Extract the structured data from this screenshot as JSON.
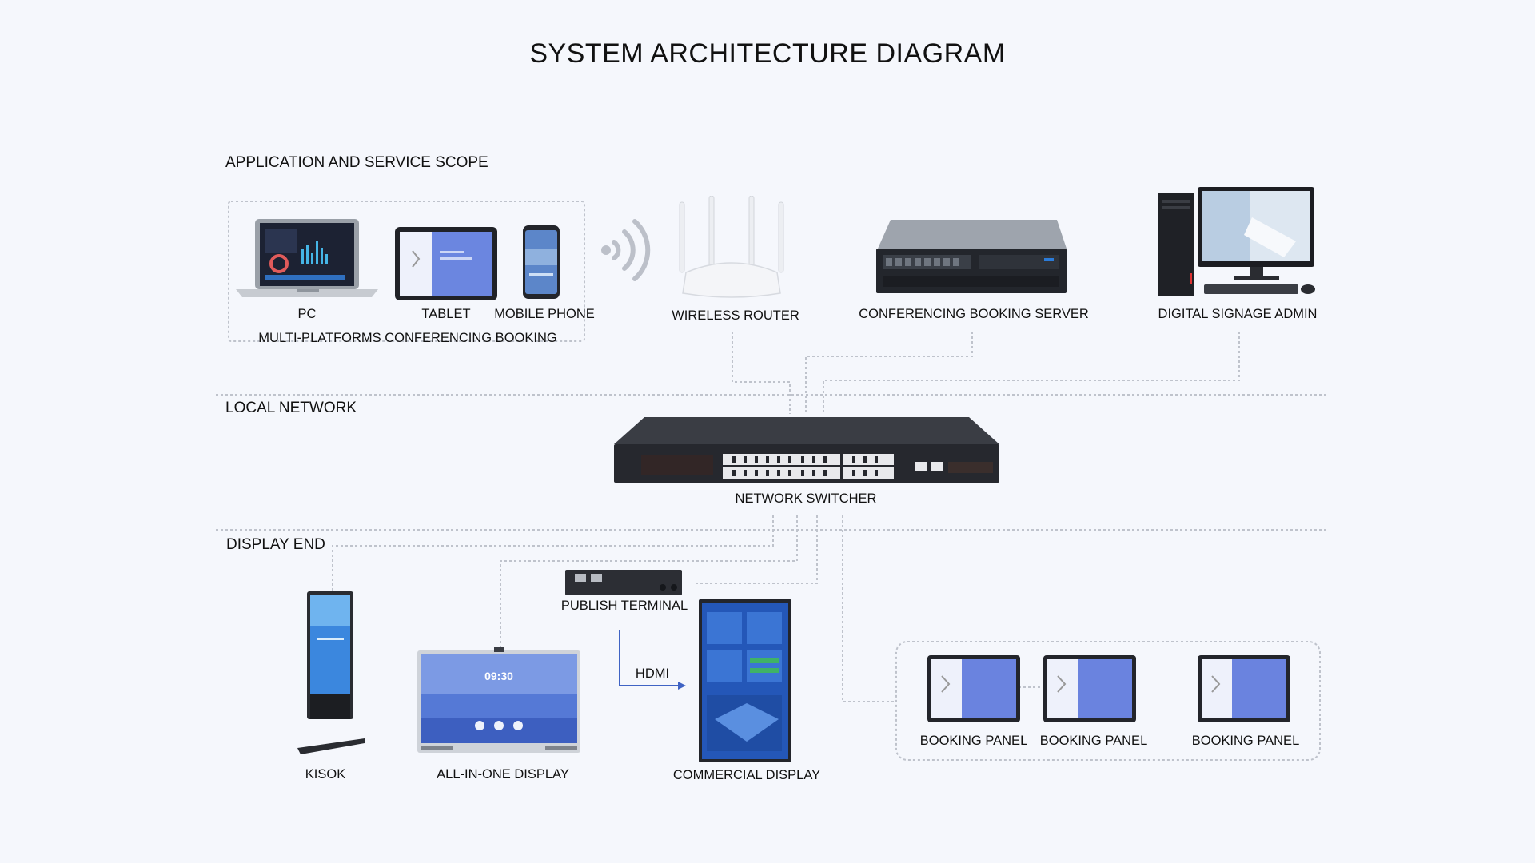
{
  "title": "SYSTEM ARCHITECTURE DIAGRAM",
  "sections": {
    "app": "APPLICATION AND SERVICE SCOPE",
    "network": "LOCAL NETWORK",
    "display": "DISPLAY END"
  },
  "devices": {
    "pc": "PC",
    "tablet": "TABLET",
    "mobile": "MOBILE PHONE",
    "multi_platform": "MULTI-PLATFORMS CONFERENCING BOOKING",
    "router": "WIRELESS ROUTER",
    "server": "CONFERENCING BOOKING SERVER",
    "signage_admin": "DIGITAL SIGNAGE ADMIN",
    "switcher": "NETWORK SWITCHER",
    "publish": "PUBLISH TERMINAL",
    "hdmi": "HDMI",
    "kiosk": "KISOK",
    "all_in_one": "ALL-IN-ONE DISPLAY",
    "all_in_one_time": "09:30",
    "commercial": "COMMERCIAL DISPLAY",
    "panel1": "BOOKING PANEL",
    "panel2": "BOOKING PANEL",
    "panel3": "BOOKING PANEL"
  },
  "colors": {
    "background": "#f5f7fc",
    "connector": "#bfc3cc",
    "hdmi_arrow": "#3f63c4",
    "screen_blue": "#4b72d9",
    "device_dark": "#2a2c33"
  }
}
